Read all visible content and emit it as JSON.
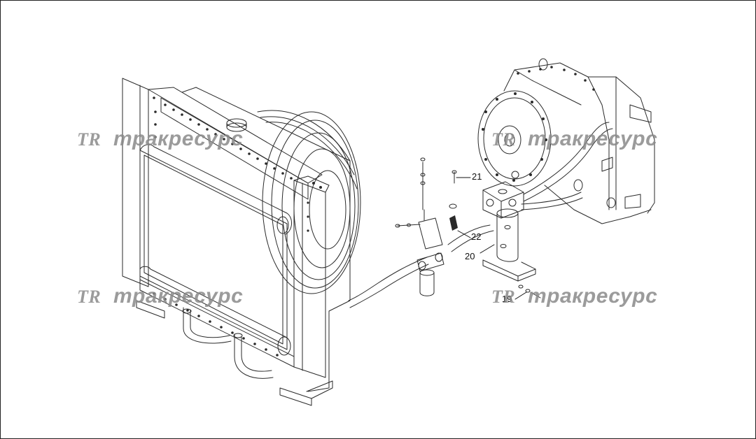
{
  "callouts": {
    "c19": "19",
    "c20": "20",
    "c21": "21",
    "c22": "22"
  },
  "watermark": {
    "text": "тракресурс",
    "logo": "TR"
  },
  "colors": {
    "line": "#2a2a2a",
    "watermark": "#8a8a8a"
  }
}
